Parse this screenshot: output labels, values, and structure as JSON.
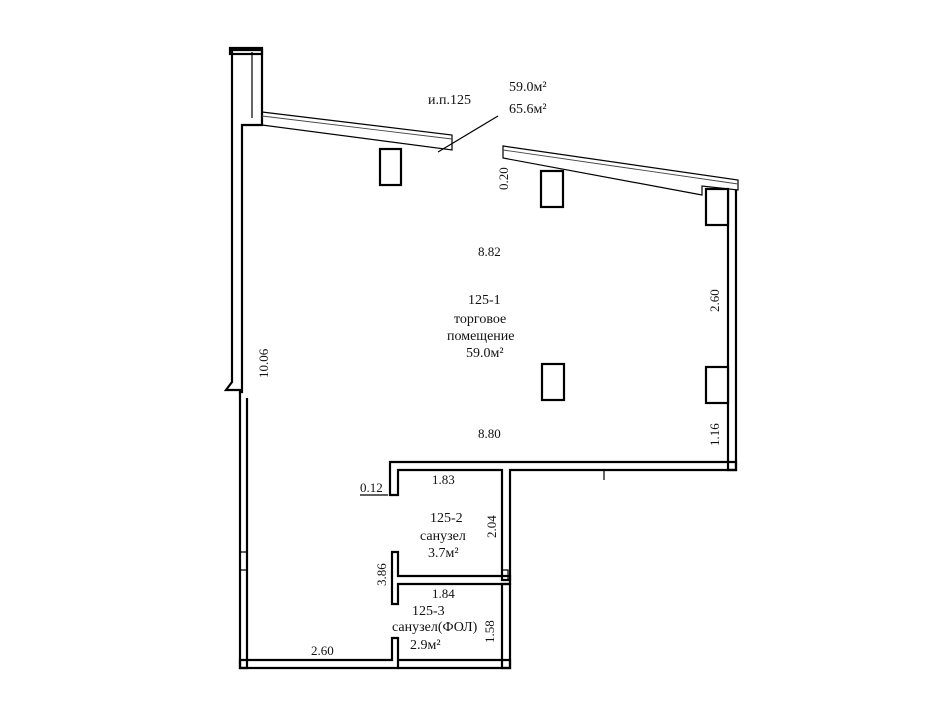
{
  "header": {
    "unit": "и.п.125",
    "area_main": "59.0м²",
    "area_total": "65.6м²"
  },
  "rooms": {
    "r1": {
      "id": "125-1",
      "line1": "торговое",
      "line2": "помещение",
      "area": "59.0м²"
    },
    "r2": {
      "id": "125-2",
      "name": "санузел",
      "area": "3.7м²"
    },
    "r3": {
      "id": "125-3",
      "name": "санузел(ФОЛ)",
      "area": "2.9м²"
    }
  },
  "dimensions": {
    "top_width": "8.82",
    "mid_width": "8.80",
    "left_height": "10.06",
    "right_upper": "2.60",
    "right_lower": "1.16",
    "wall_offset": "0.20",
    "stub": "0.12",
    "wc_width": "1.83",
    "wc_depth": "2.04",
    "wc_total": "3.86",
    "fol_width": "1.84",
    "fol_depth": "1.58",
    "bottom_width": "2.60"
  }
}
